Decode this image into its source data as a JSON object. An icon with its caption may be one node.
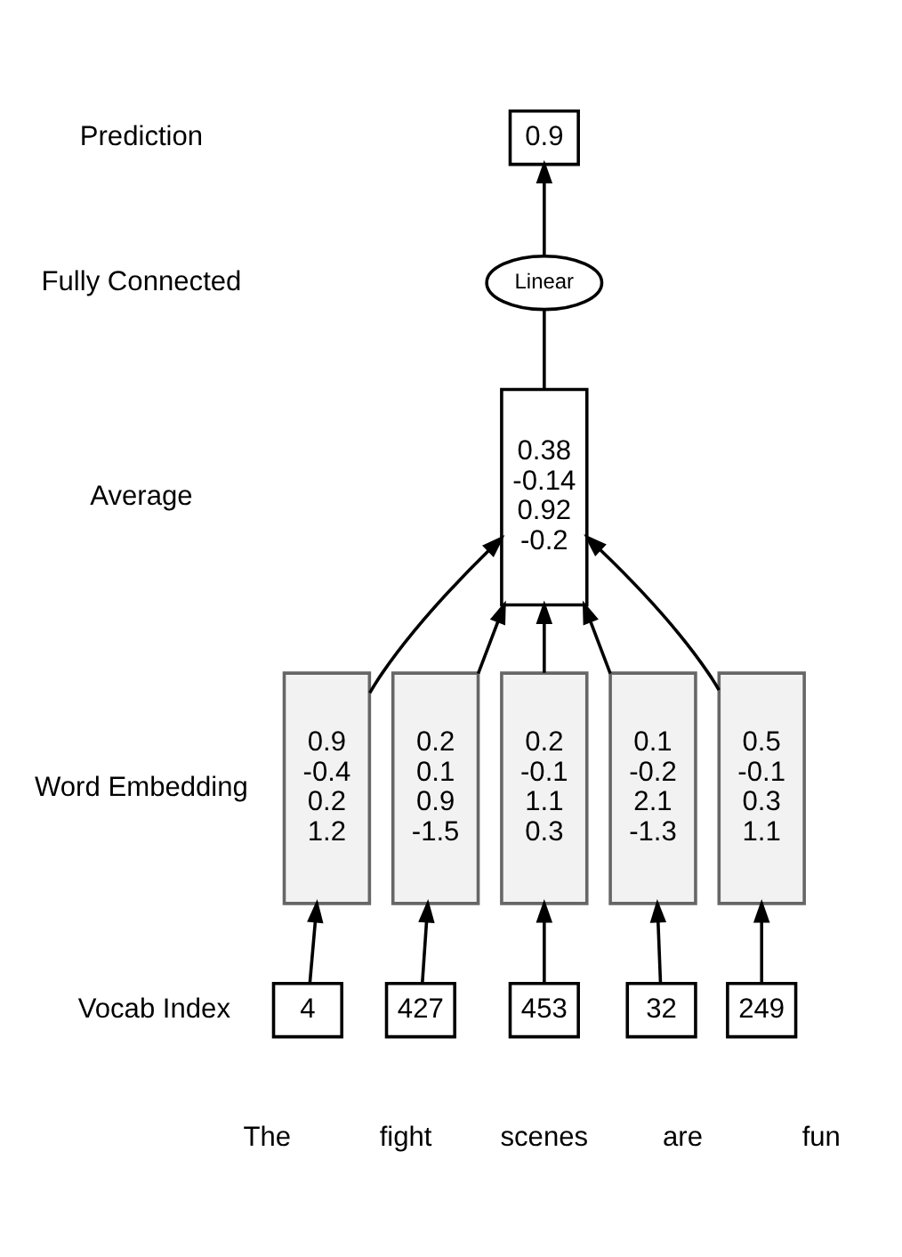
{
  "diagram": {
    "nodes": [
      {
        "text": [
          "0.9"
        ]
      },
      {
        "text": [
          "Linear"
        ]
      },
      {
        "text": [
          "0.38",
          "-0.14",
          "0.92",
          "-0.2"
        ]
      },
      {
        "text": [
          "0.9",
          "-0.4",
          "0.2",
          "1.2"
        ]
      },
      {
        "text": [
          "0.2",
          "0.1",
          "0.9",
          "-1.5"
        ]
      },
      {
        "text": [
          "0.2",
          "-0.1",
          "1.1",
          "0.3"
        ]
      },
      {
        "text": [
          "0.1",
          "-0.2",
          "2.1",
          "-1.3"
        ]
      },
      {
        "text": [
          "0.5",
          "-0.1",
          "0.3",
          "1.1"
        ]
      },
      {
        "text": [
          "4"
        ],
        "beside": [
          "The"
        ]
      },
      {
        "text": [
          "427"
        ],
        "beside": [
          "fight"
        ]
      },
      {
        "text": [
          "453"
        ],
        "beside": [
          "scenes"
        ]
      },
      {
        "text": [
          "32"
        ],
        "beside": [
          "are"
        ]
      },
      {
        "text": [
          "249"
        ],
        "beside": [
          "fun"
        ]
      }
    ],
    "edges": [
      {
        "from": 1,
        "to": 0,
        "arrow": "to"
      },
      {
        "from": 2,
        "to": 1,
        "arrow": "none"
      },
      {
        "from": 3,
        "to": 2,
        "arrow": "to"
      },
      {
        "from": 4,
        "to": 2,
        "arrow": "to"
      },
      {
        "from": 5,
        "to": 2,
        "arrow": "to"
      },
      {
        "from": 6,
        "to": 2,
        "arrow": "to"
      },
      {
        "from": 7,
        "to": 2,
        "arrow": "to"
      },
      {
        "from": 8,
        "to": 3,
        "arrow": "to"
      },
      {
        "from": 9,
        "to": 4,
        "arrow": "to"
      },
      {
        "from": 10,
        "to": 5,
        "arrow": "to"
      },
      {
        "from": 11,
        "to": 6,
        "arrow": "to"
      },
      {
        "from": 12,
        "to": 7,
        "arrow": "to"
      }
    ],
    "labels": [
      "Prediction",
      "Fully Connected",
      "Average",
      "Word Embedding",
      "Vocab Index"
    ]
  }
}
